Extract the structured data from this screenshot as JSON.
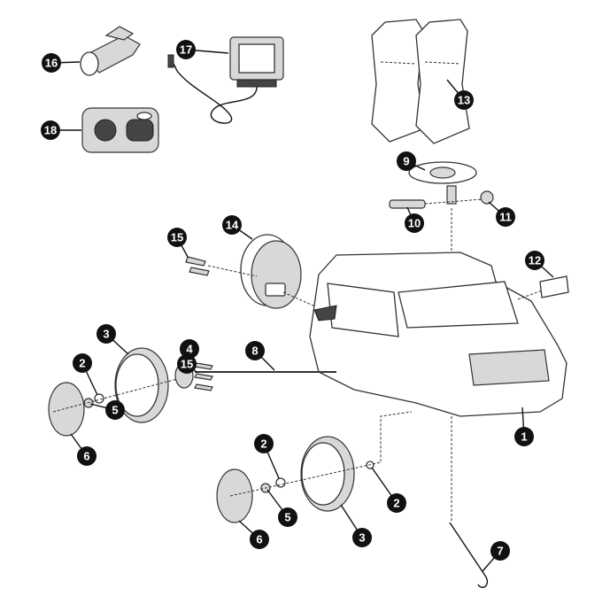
{
  "diagram": {
    "type": "exploded-parts-view",
    "callouts": [
      {
        "id": "c1",
        "label": "1",
        "part": "car-body"
      },
      {
        "id": "c2a",
        "label": "2",
        "part": "washer-rear"
      },
      {
        "id": "c2b",
        "label": "2",
        "part": "washer-front-outer"
      },
      {
        "id": "c2c",
        "label": "2",
        "part": "washer-front-inner"
      },
      {
        "id": "c3a",
        "label": "3",
        "part": "wheel-rear"
      },
      {
        "id": "c3b",
        "label": "3",
        "part": "wheel-front"
      },
      {
        "id": "c4",
        "label": "4",
        "part": "wheel-hub"
      },
      {
        "id": "c5a",
        "label": "5",
        "part": "nut-rear"
      },
      {
        "id": "c5b",
        "label": "5",
        "part": "nut-front"
      },
      {
        "id": "c6a",
        "label": "6",
        "part": "hubcap-rear"
      },
      {
        "id": "c6b",
        "label": "6",
        "part": "hubcap-front"
      },
      {
        "id": "c7",
        "label": "7",
        "part": "seat-latch-rod"
      },
      {
        "id": "c8",
        "label": "8",
        "part": "axle"
      },
      {
        "id": "c9",
        "label": "9",
        "part": "steering-wheel"
      },
      {
        "id": "c10",
        "label": "10",
        "part": "steering-bolt"
      },
      {
        "id": "c11",
        "label": "11",
        "part": "steering-nut"
      },
      {
        "id": "c12",
        "label": "12",
        "part": "side-mirror"
      },
      {
        "id": "c13",
        "label": "13",
        "part": "seat"
      },
      {
        "id": "c14",
        "label": "14",
        "part": "spare-wheel-cover"
      },
      {
        "id": "c15a",
        "label": "15",
        "part": "screws-spare"
      },
      {
        "id": "c15b",
        "label": "15",
        "part": "screws-hub"
      },
      {
        "id": "c16",
        "label": "16",
        "part": "wrench"
      },
      {
        "id": "c17",
        "label": "17",
        "part": "charger"
      },
      {
        "id": "c18",
        "label": "18",
        "part": "remote-control"
      }
    ],
    "colors": {
      "callout": "#111111",
      "line": "#333333",
      "fill": "#ffffff"
    }
  }
}
